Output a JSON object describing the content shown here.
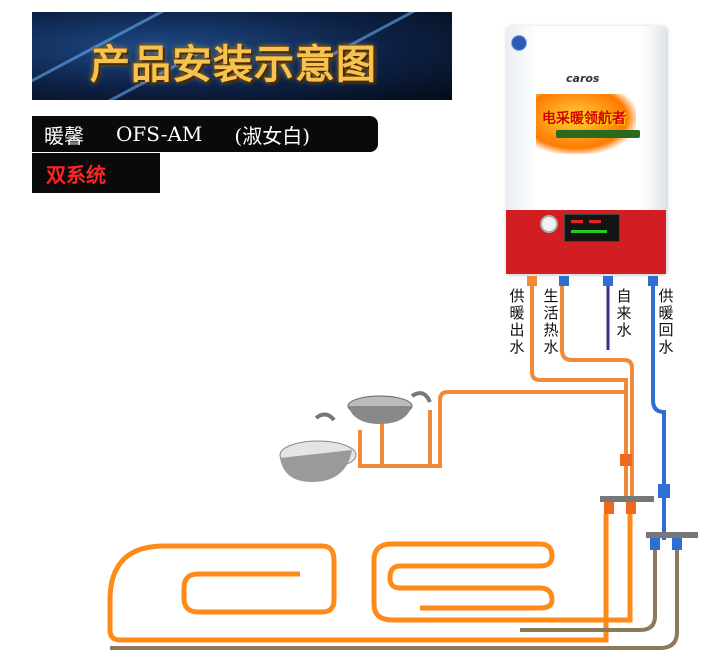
{
  "banner": {
    "title": "产品安装示意图"
  },
  "model": {
    "name": "暖馨",
    "code": "OFS-AM",
    "color": "(淑女白)"
  },
  "system": {
    "label": "双系统"
  },
  "heater": {
    "brand": "caros",
    "slogan": "电采暖领航者"
  },
  "pipe_labels": {
    "supply_out": "供暖出水",
    "domestic_hot": "生活热水",
    "tap_water": "自来水",
    "supply_return": "供暖回水"
  },
  "colors": {
    "hot_pipe": "#f08a3a",
    "cold_pipe": "#2f6fd0",
    "return_pipe": "#8a7a5a",
    "heater_panel": "#d21e22",
    "banner_text": "#f6c350"
  }
}
